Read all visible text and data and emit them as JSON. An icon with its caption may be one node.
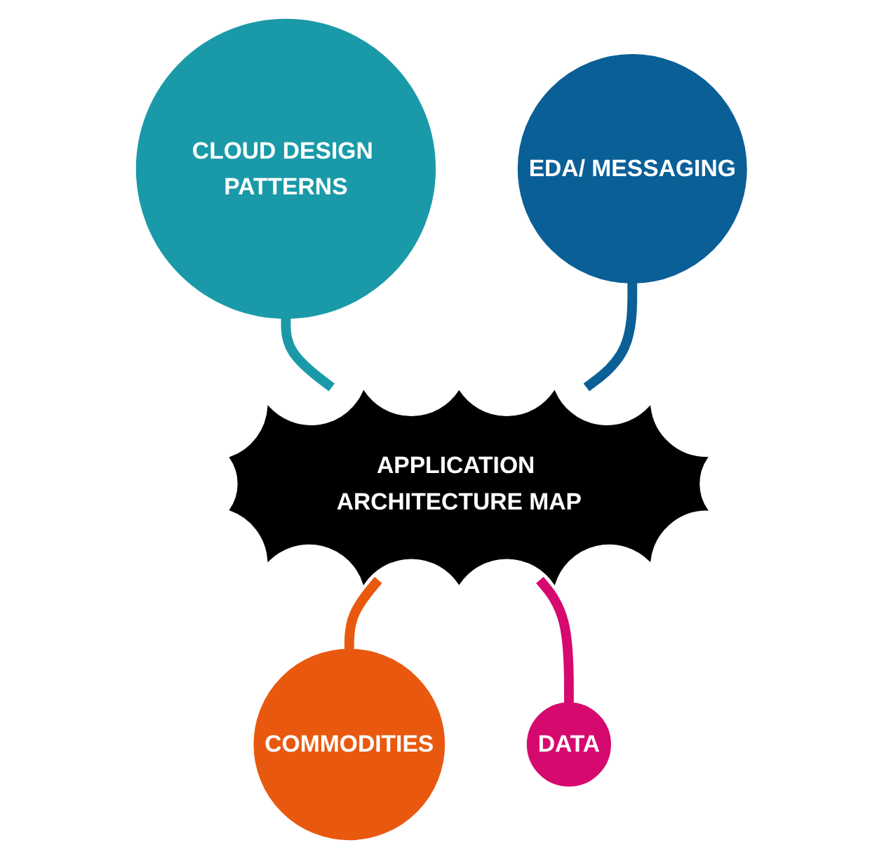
{
  "diagram": {
    "nodes": [
      {
        "text": [
          "CLOUD DESIGN PATTERNS"
        ]
      },
      {
        "text": [
          "EDA/ MESSAGING"
        ]
      },
      {
        "text": [
          "APPLICATION ARCHITECTURE MAP"
        ]
      },
      {
        "text": [
          "COMMODITIES"
        ]
      },
      {
        "text": [
          "DATA"
        ]
      }
    ],
    "edges": [
      {
        "from": 0,
        "to": 2,
        "arrow": "none",
        "color": "#1a9aa8"
      },
      {
        "from": 1,
        "to": 2,
        "arrow": "none",
        "color": "#0b5f97"
      },
      {
        "from": 2,
        "to": 3,
        "arrow": "none",
        "color": "#e8590f"
      },
      {
        "from": 2,
        "to": 4,
        "arrow": "none",
        "color": "#d6096f"
      }
    ]
  }
}
